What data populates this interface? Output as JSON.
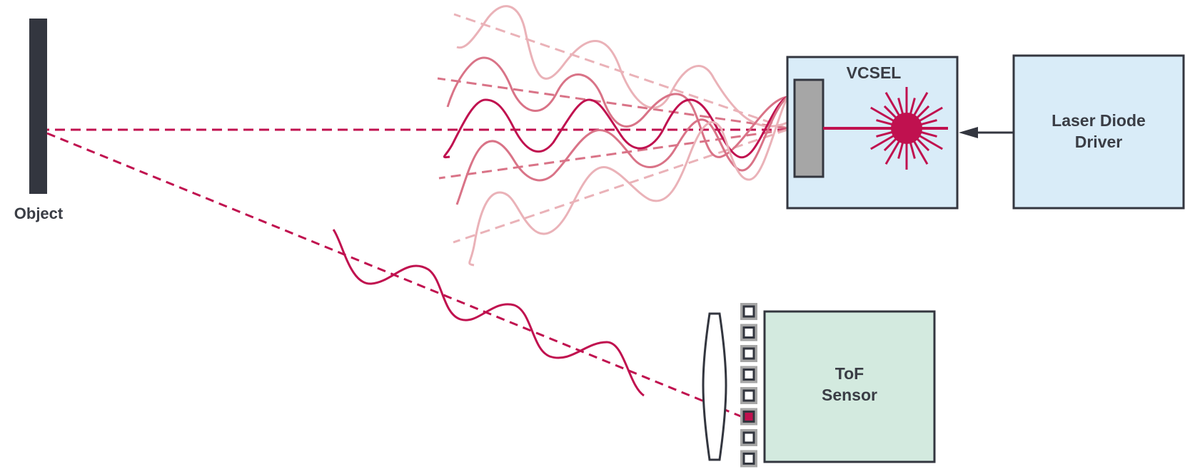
{
  "labels": {
    "object": "Object",
    "vcsel": "VCSEL",
    "driver_line1": "Laser Diode",
    "driver_line2": "Driver",
    "sensor_line1": "ToF",
    "sensor_line2": "Sensor"
  },
  "colors": {
    "beam": "#c0114f",
    "beam_mid": "#d97387",
    "beam_light": "#eab2b8",
    "object_bar": "#33363f",
    "vcsel_box": "#d9ecf8",
    "driver_box": "#d9ecf8",
    "sensor_box": "#d3eadf",
    "outline": "#33363f",
    "emitter": "#a6a6a6"
  },
  "sensor": {
    "pixel_count": 8,
    "active_pixel_index": 5
  }
}
